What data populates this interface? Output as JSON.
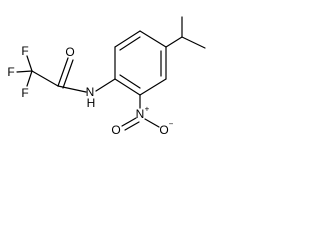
{
  "molecule": {
    "atoms": {
      "f_top": "F",
      "f_left": "F",
      "f_bottom": "F",
      "o_carbonyl": "O",
      "n_amide": "N",
      "h_amide": "H",
      "n_nitro": "N",
      "o_nitro_left": "O",
      "o_nitro_right": "O"
    },
    "charges": {
      "n_nitro": "+",
      "o_nitro_right": "−"
    }
  }
}
